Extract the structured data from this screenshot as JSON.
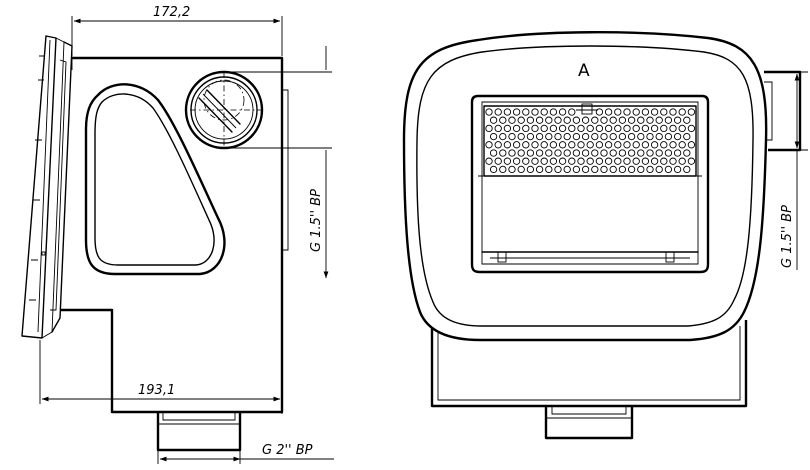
{
  "dimensions": {
    "width_top": "172,2",
    "width_bottom": "193,1",
    "side_thread": "G 1.5'' BP",
    "front_thread": "G 1.5'' BP",
    "bottom_thread": "G 2'' BP"
  },
  "front_mark": "A"
}
